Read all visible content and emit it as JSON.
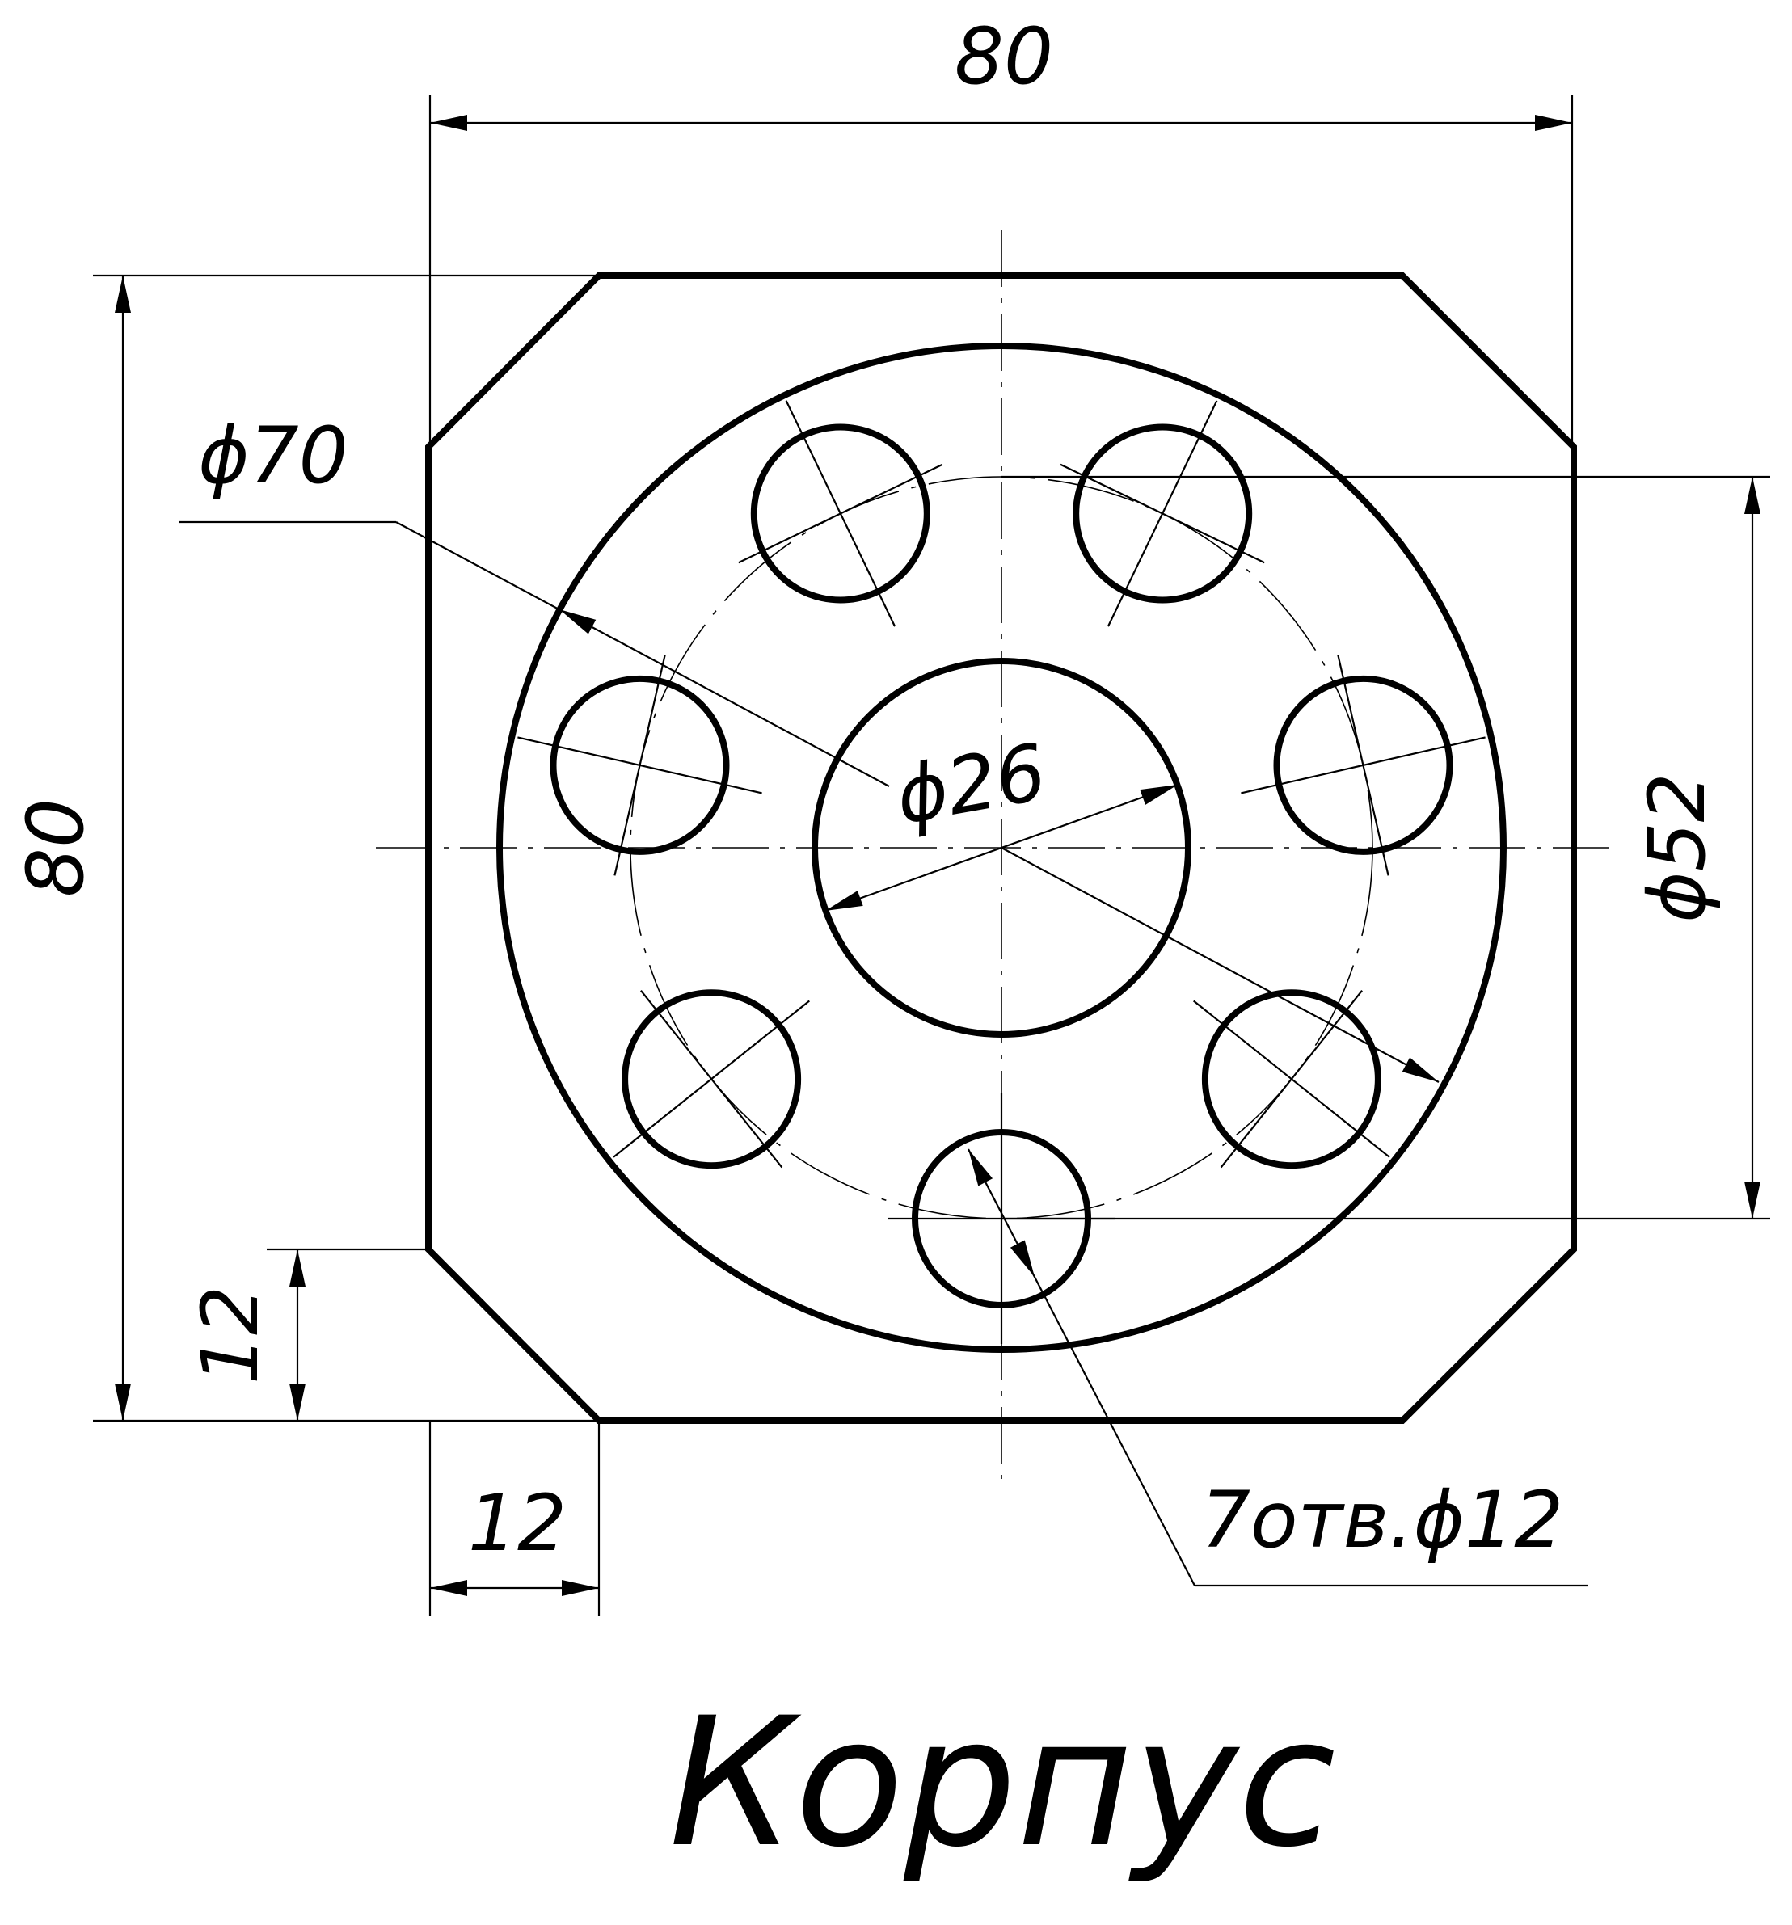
{
  "title": "Корпус",
  "dimensions": {
    "width": "80",
    "height": "80",
    "outer_diameter": "ϕ70",
    "bolt_circle_diameter": "ϕ52",
    "bore_diameter": "ϕ26",
    "chamfer_vertical": "12",
    "chamfer_horizontal": "12",
    "holes_note": "7отв.ϕ12"
  },
  "hole_count": 7,
  "colors": {
    "line": "#000000",
    "background": "#ffffff"
  }
}
